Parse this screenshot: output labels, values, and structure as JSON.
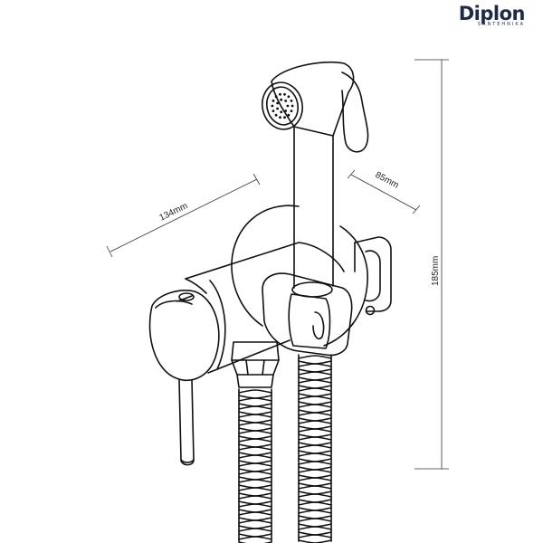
{
  "brand": {
    "name": "Diplon",
    "tagline": "SANTEHNIKA",
    "color": "#1f2a4a"
  },
  "dimensions": {
    "mixer_length": "134mm",
    "holder_offset": "85mm",
    "total_height": "185mm"
  }
}
